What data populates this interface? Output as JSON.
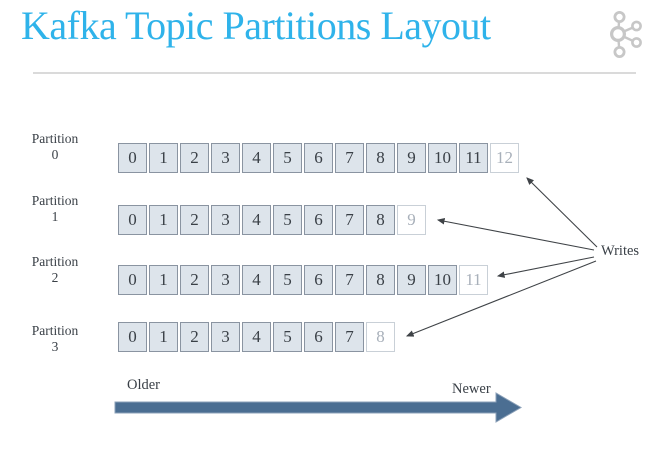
{
  "slide": {
    "title": "Kafka Topic Partitions Layout",
    "logo_icon": "kafka-logo"
  },
  "partitions": [
    {
      "name": "Partition",
      "number": "0",
      "committed_offsets": [
        "0",
        "1",
        "2",
        "3",
        "4",
        "5",
        "6",
        "7",
        "8",
        "9",
        "10",
        "11"
      ],
      "next_offset": "12"
    },
    {
      "name": "Partition",
      "number": "1",
      "committed_offsets": [
        "0",
        "1",
        "2",
        "3",
        "4",
        "5",
        "6",
        "7",
        "8"
      ],
      "next_offset": "9"
    },
    {
      "name": "Partition",
      "number": "2",
      "committed_offsets": [
        "0",
        "1",
        "2",
        "3",
        "4",
        "5",
        "6",
        "7",
        "8",
        "9",
        "10"
      ],
      "next_offset": "11"
    },
    {
      "name": "Partition",
      "number": "3",
      "committed_offsets": [
        "0",
        "1",
        "2",
        "3",
        "4",
        "5",
        "6",
        "7"
      ],
      "next_offset": "8"
    }
  ],
  "writes": {
    "label": "Writes"
  },
  "timeline": {
    "older_label": "Older",
    "newer_label": "Newer"
  },
  "colors": {
    "title_blue": "#2fb3ea",
    "divider": "#dadada",
    "text_dark": "#3a4047",
    "cell_fill": "#dde4eb",
    "cell_border": "#8a94a1",
    "next_cell_border": "#c9d0d7",
    "next_cell_text": "#a8b0ba",
    "writes_arrow": "#3f4347",
    "timeline_arrow": "#4b6e92",
    "logo_gray": "#c7c7c7"
  }
}
